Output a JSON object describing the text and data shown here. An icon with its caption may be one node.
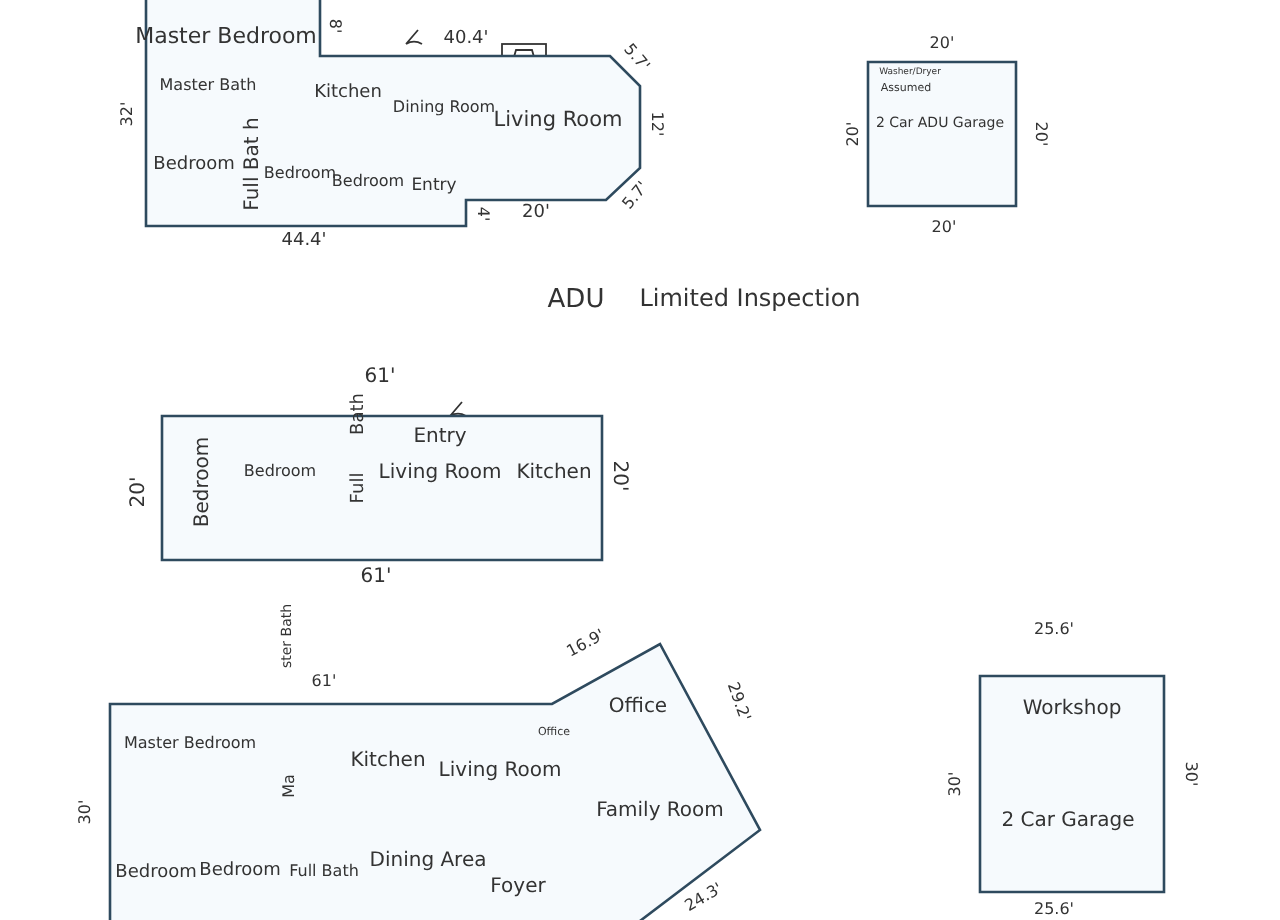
{
  "diagram": {
    "nodes": [
      {
        "text": [
          "Master Bedroom",
          "Master Bath",
          "Kitchen",
          "Dining Room",
          "Living Room",
          "Bedroom",
          "Full Bat h",
          "Bedroom",
          "Bedroom",
          "Entry"
        ]
      },
      {
        "text": [
          "Washer/Dryer",
          "Assumed",
          "2 Car ADU Garage"
        ]
      },
      {
        "text": [
          "Bedroom",
          "Bedroom",
          "Bath",
          "Full",
          "Entry",
          "Living Room",
          "Kitchen"
        ]
      },
      {
        "text": [
          "Master Bedroom",
          "Ma",
          "Kitchen",
          "Living Room",
          "Office",
          "Office",
          "Family Room",
          "Bedroom",
          "Bedroom",
          "Full Bath",
          "Dining Area",
          "Foyer"
        ]
      },
      {
        "text": [
          "Workshop",
          "2 Car Garage"
        ]
      }
    ],
    "labels": [
      "8'",
      "40.4'",
      "5.7'",
      "32'",
      "12'",
      "5.7'",
      "4'",
      "20'",
      "44.4'",
      "20'",
      "20'",
      "20'",
      "20'",
      "ADU",
      "Limited Inspection",
      "61'",
      "20'",
      "20'",
      "61'",
      "ster Bath",
      "16.9'",
      "29.2'",
      "61'",
      "25.6'",
      "30'",
      "30'",
      "30'",
      "24.3'",
      "25.6'"
    ]
  }
}
